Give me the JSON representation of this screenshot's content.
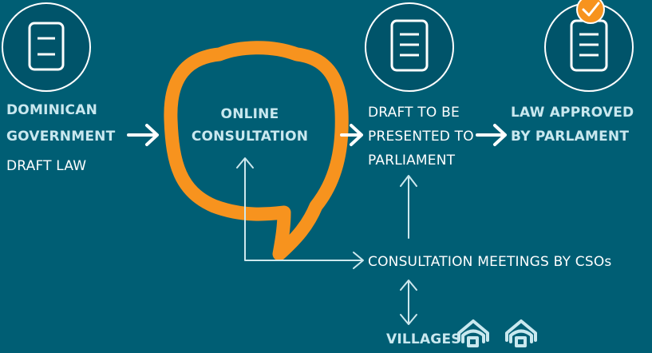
{
  "nodes": {
    "government": {
      "line1": "DOMINICAN",
      "line2": "GOVERNMENT",
      "sub": "DRAFT LAW"
    },
    "consultation": {
      "line1": "ONLINE",
      "line2": "CONSULTATION"
    },
    "draft": {
      "line1": "DRAFT TO BE",
      "line2": "PRESENTED TO",
      "line3": "PARLIAMENT"
    },
    "approved": {
      "line1": "LAW APPROVED",
      "line2": "BY PARLAMENT"
    },
    "meetings": {
      "label": "CONSULTATION MEETINGS BY CSOs"
    },
    "villages": {
      "label": "VILLAGES"
    }
  },
  "colors": {
    "background": "#005e74",
    "icon_fill": "#00546a",
    "icon_stroke": "#ffffff",
    "bold_text": "#c9e8ef",
    "text": "#ffffff",
    "bubble": "#f7931e",
    "check_badge": "#f7931e",
    "thin_arrow": "#cde8ee"
  },
  "icons": [
    "document-icon",
    "speech-bubble-icon",
    "checkmark-icon",
    "house-icon"
  ]
}
